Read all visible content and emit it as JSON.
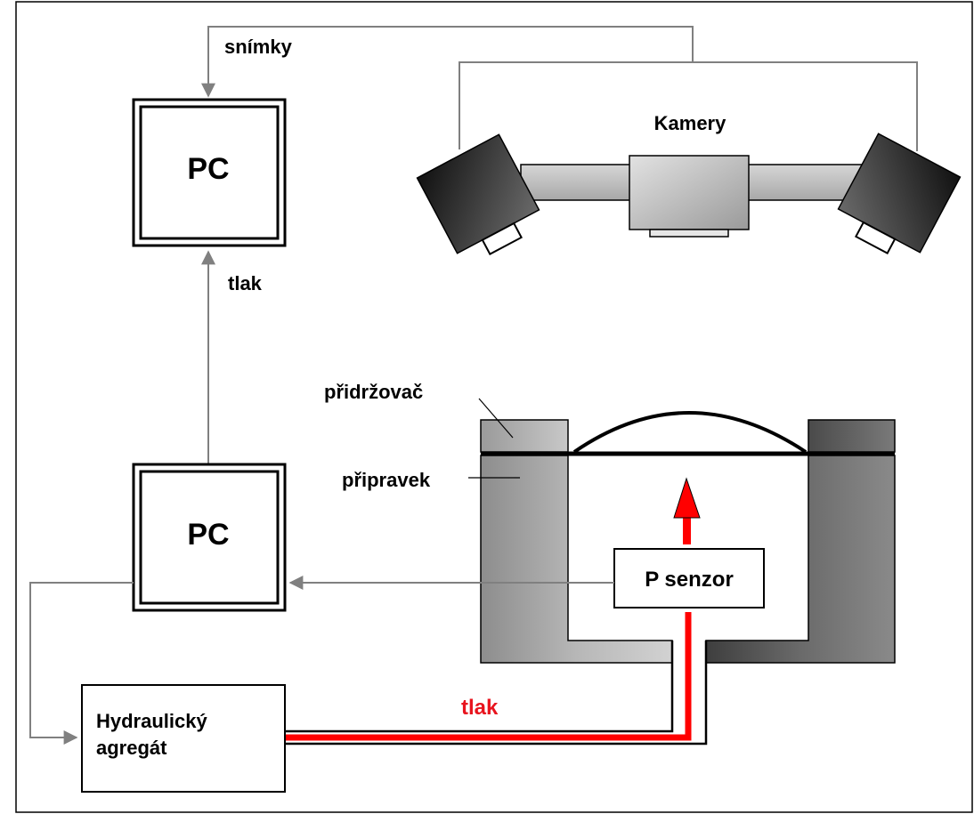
{
  "labels": {
    "snimky": "snímky",
    "pc_top": "PC",
    "kamery": "Kamery",
    "tlak_vertical": "tlak",
    "pridrzovac": "přidržovač",
    "pripravek": "připravek",
    "pc_bottom": "PC",
    "p_senzor": "P senzor",
    "hydraulicky_line1": "Hydraulický",
    "hydraulicky_line2": "agregát",
    "tlak_red": "tlak"
  },
  "colors": {
    "signal_line": "#808080",
    "pressure_line": "#ff0000",
    "pressure_label": "#e8141e",
    "fixture_left": "#b9b9b9",
    "fixture_right": "#5a5a5a",
    "camera_body": "#2a2a2a",
    "camera_bar": "#c6c6c6"
  }
}
